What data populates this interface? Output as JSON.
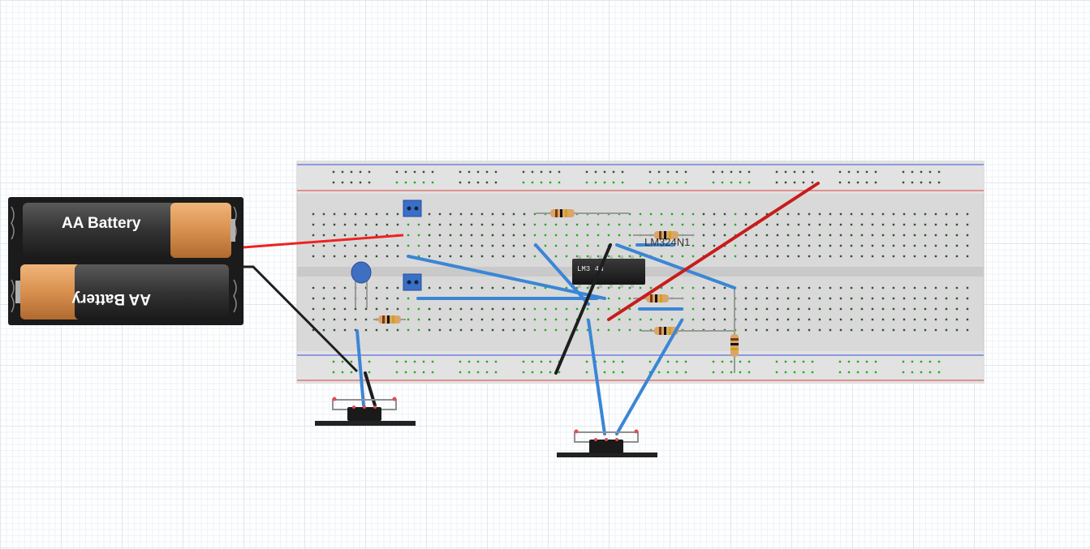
{
  "battery": {
    "label_top": "AA Battery",
    "label_bottom": "AA Battery"
  },
  "chip": {
    "marking": "LM3 4N",
    "part_label": "LM324N1"
  },
  "colors": {
    "wire_blue": "#3a86d6",
    "wire_red": "#c81c1c",
    "wire_black": "#1e1e1e",
    "lead_red": "#ee2222",
    "breadboard": "#d8d8d8",
    "rail_red": "#e06060",
    "rail_blue": "#5a6fd8",
    "hole": "#2f4f2f",
    "hole_active": "#22aa22"
  }
}
